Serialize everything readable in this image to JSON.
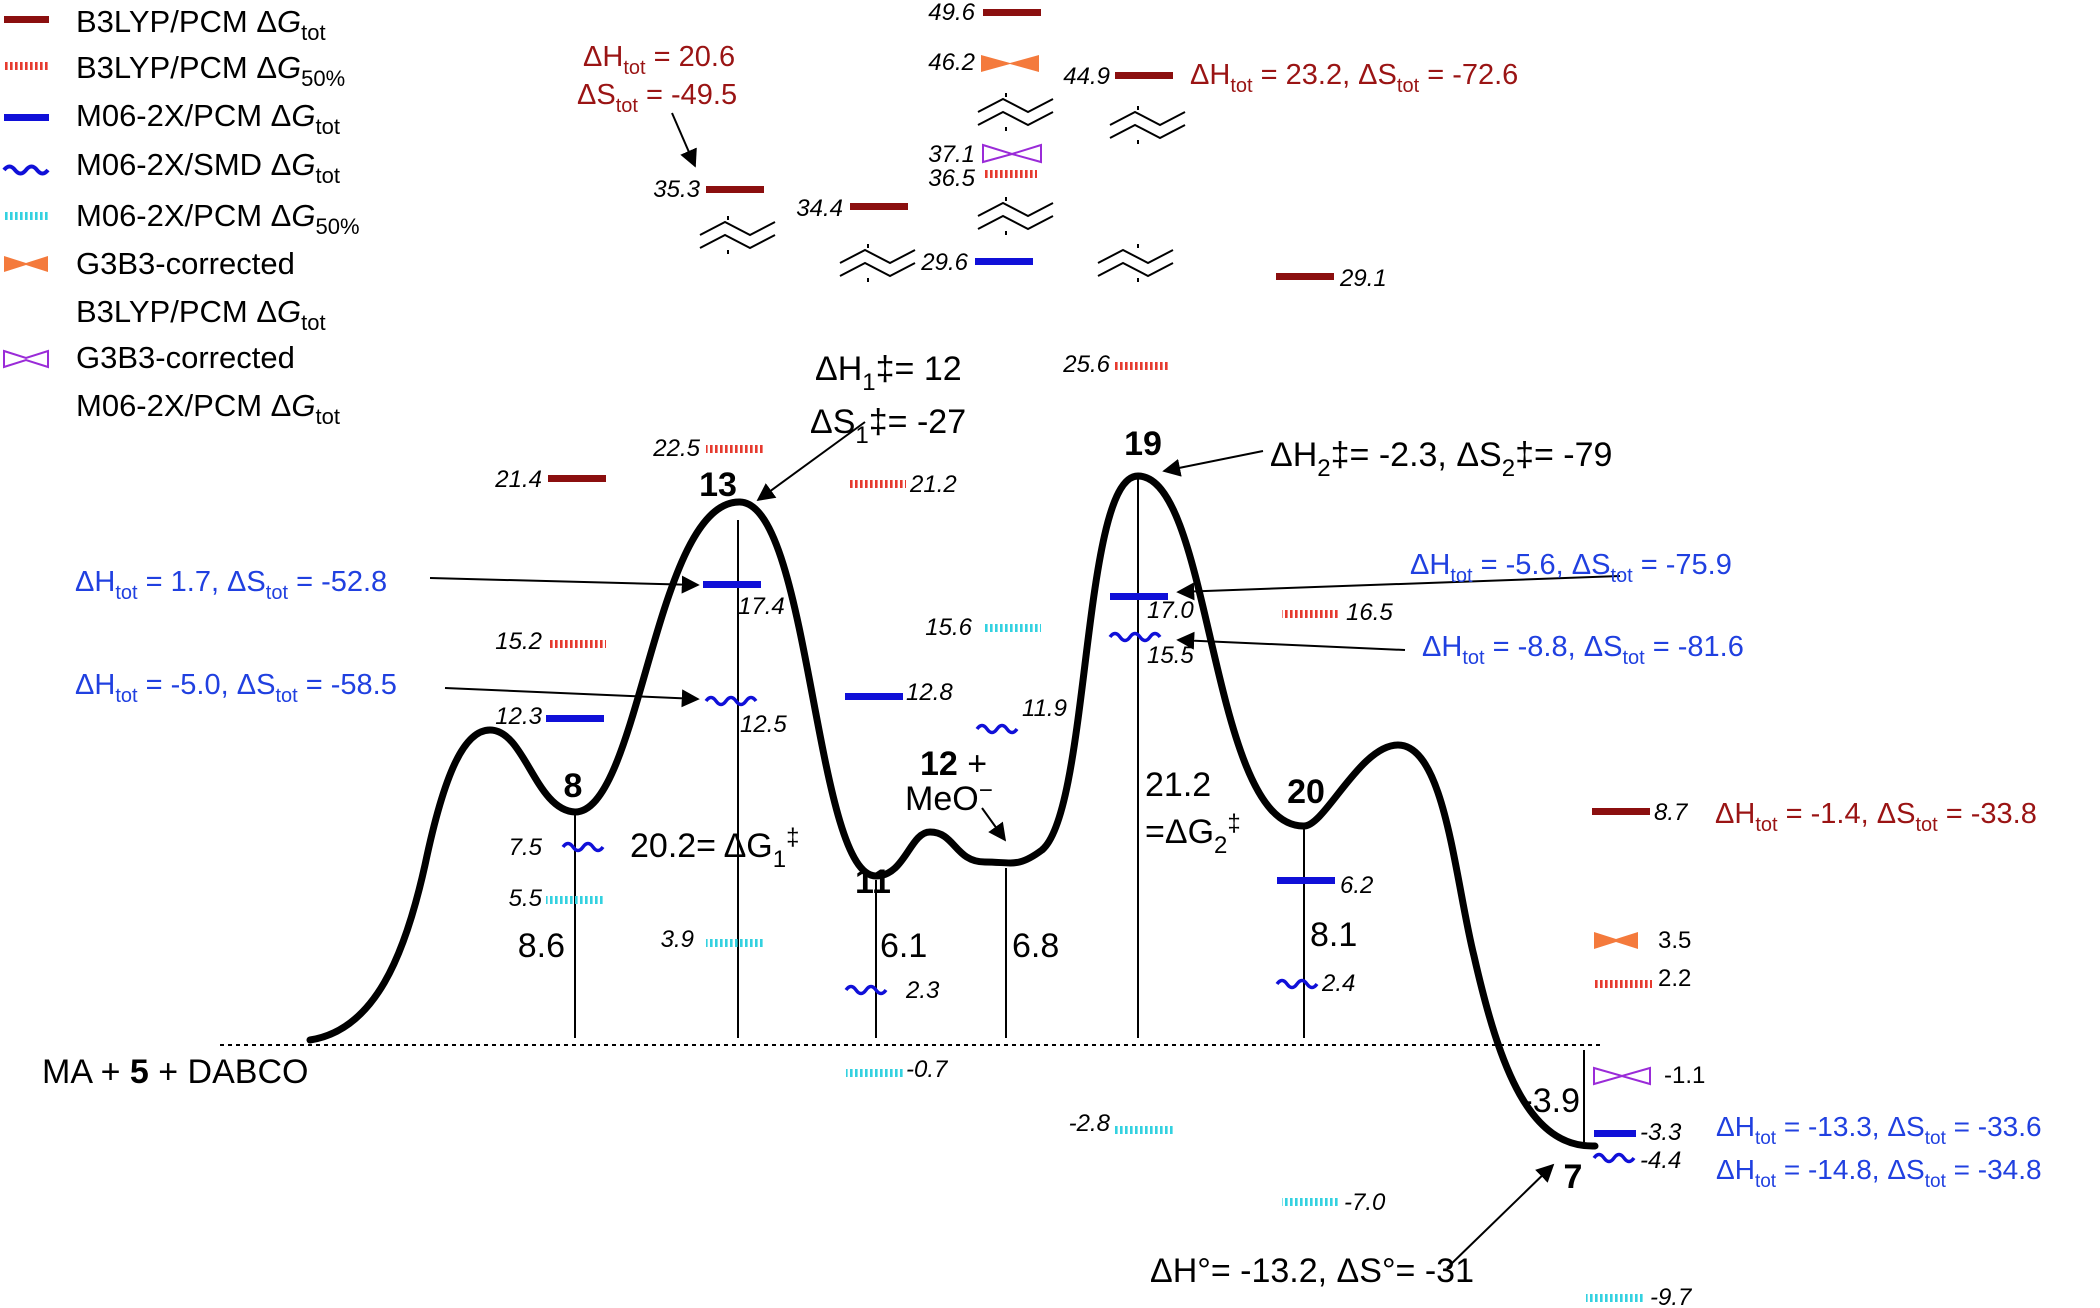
{
  "colors": {
    "b3lyp": "#8b0f0f",
    "b3lyp50": "#e63a2e",
    "m06": "#1010d8",
    "m06smd": "#1010d8",
    "m0650": "#33d1e0",
    "g3b3_b3lyp": "#f47a3c",
    "g3b3_m06": "#9a2bd8",
    "text_red": "#9a1414",
    "text_blue": "#2040e0"
  },
  "legend": [
    {
      "pre": "B3LYP/PCM Δ",
      "g": "G",
      "sub": "tot",
      "line2": "",
      "line2g": "",
      "line2sub": ""
    },
    {
      "pre": "B3LYP/PCM Δ",
      "g": "G",
      "sub": "50%",
      "line2": "",
      "line2g": "",
      "line2sub": ""
    },
    {
      "pre": "M06-2X/PCM Δ",
      "g": "G",
      "sub": "tot",
      "line2": "",
      "line2g": "",
      "line2sub": ""
    },
    {
      "pre": "M06-2X/SMD Δ",
      "g": "G",
      "sub": "tot",
      "line2": "",
      "line2g": "",
      "line2sub": ""
    },
    {
      "pre": "M06-2X/PCM  Δ",
      "g": "G",
      "sub": "50%",
      "line2": "",
      "line2g": "",
      "line2sub": ""
    },
    {
      "pre": "G3B3-corrected",
      "g": "",
      "sub": "",
      "line2": "B3LYP/PCM Δ",
      "line2g": "G",
      "line2sub": "tot"
    },
    {
      "pre": "G3B3-corrected",
      "g": "",
      "sub": "",
      "line2": "M06-2X/PCM Δ",
      "line2g": "G",
      "line2sub": "tot"
    }
  ],
  "species": {
    "ma5dabco_a": "MA + ",
    "ma5dabco_b": "5",
    "ma5dabco_c": " + DABCO",
    "s8": "8",
    "s13": "13",
    "s11": "11",
    "s12": "12",
    "s12b": " +",
    "meo": "MeO",
    "meo_sup": "−",
    "s19": "19",
    "s20": "20",
    "s7": "7"
  },
  "gaps": {
    "g8": "8.6",
    "g11": "6.1",
    "g12": "6.8",
    "g20": "8.1",
    "g7": "-3.9",
    "dg1": "20.2= ΔG",
    "dg1_sub": "1",
    "dg1_sup": "‡",
    "dg2a": "21.2",
    "dg2b": "=ΔG",
    "dg2_sub": "2",
    "dg2_sup": "‡"
  },
  "annotations": {
    "h1": "ΔH",
    "h1_sub": "1",
    "h1_rest": "‡= 12",
    "s1": "ΔS",
    "s1_sub": "1",
    "s1_rest": "‡= -27",
    "h2": "ΔH",
    "h2_sub": "2",
    "h2_mid": "‡= -2.3, ΔS",
    "s2_sub": "2",
    "h2_rest": "‡= -79",
    "final": "ΔH°= -13.2, ΔS°= -31",
    "top_left": {
      "h": "ΔH",
      "hsub": "tot",
      "hval": " = 20.6",
      "s": "ΔS",
      "ssub": "tot",
      "sval": " = -49.5"
    },
    "top_right": {
      "h": "ΔH",
      "hsub": "tot",
      "hval": " = 23.2, ΔS",
      "ssub": "tot",
      "sval": " = -72.6"
    },
    "blue13a": {
      "h": "ΔH",
      "hsub": "tot",
      "hval": " = 1.7, ΔS",
      "ssub": "tot",
      "sval": " = -52.8"
    },
    "blue13b": {
      "h": "ΔH",
      "hsub": "tot",
      "hval": " = -5.0, ΔS",
      "ssub": "tot",
      "sval": " = -58.5"
    },
    "blue19a": {
      "h": "ΔH",
      "hsub": "tot",
      "hval": " = -5.6, ΔS",
      "ssub": "tot",
      "sval": " = -75.9"
    },
    "blue19b": {
      "h": "ΔH",
      "hsub": "tot",
      "hval": " = -8.8, ΔS",
      "ssub": "tot",
      "sval": " = -81.6"
    },
    "red7": {
      "h": "ΔH",
      "hsub": "tot",
      "hval": " = -1.4, ΔS",
      "ssub": "tot",
      "sval": " = -33.8"
    },
    "blue7a": {
      "h": "ΔH",
      "hsub": "tot",
      "hval": " = -13.3, ΔS",
      "ssub": "tot",
      "sval": " = -33.6"
    },
    "blue7b": {
      "h": "ΔH",
      "hsub": "tot",
      "hval": " = -14.8, ΔS",
      "ssub": "tot",
      "sval": " = -34.8"
    }
  },
  "values": {
    "v49_6": "49.6",
    "v46_2": "46.2",
    "v44_9": "44.9",
    "v37_1": "37.1",
    "v36_5": "36.5",
    "v35_3": "35.3",
    "v34_4": "34.4",
    "v29_6": "29.6",
    "v29_1": "29.1",
    "v25_6": "25.6",
    "v22_5": "22.5",
    "v21_4": "21.4",
    "v21_2": "21.2",
    "v17_4": "17.4",
    "v17_0": "17.0",
    "v16_5": "16.5",
    "v15_5": "15.5",
    "v15_2": "15.2",
    "v15_6": "15.6",
    "v12_3": "12.3",
    "v12_8": "12.8",
    "v12_5": "12.5",
    "v11_9": "11.9",
    "v7_5": "7.5",
    "v5_5": "5.5",
    "v3_9": "3.9",
    "v2_3": "2.3",
    "v6_2": "6.2",
    "v2_4": "2.4",
    "v8_7": "8.7",
    "v3_5": "3.5",
    "v2_2": "2.2",
    "v_1_1": "-1.1",
    "v_0_7": "-0.7",
    "v_2_8": "-2.8",
    "v_3_3": "-3.3",
    "v_4_4": "-4.4",
    "v_7_0": "-7.0",
    "v_9_7": "-9.7"
  }
}
